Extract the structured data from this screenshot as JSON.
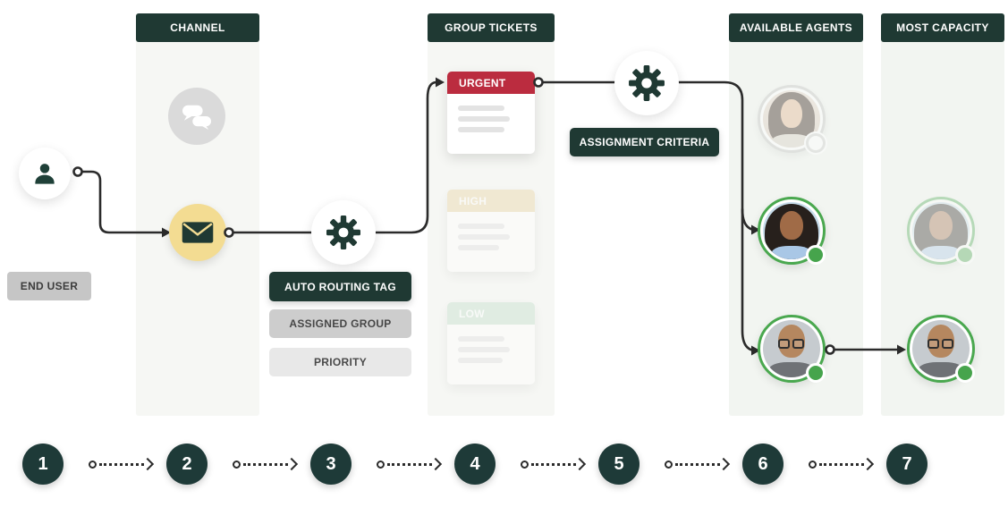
{
  "diagram": {
    "columns": [
      {
        "header": "CHANNEL"
      },
      {
        "header": "GROUP TICKETS"
      },
      {
        "header": "AVAILABLE AGENTS"
      },
      {
        "header": "MOST CAPACITY"
      }
    ],
    "end_user": {
      "label": "END USER"
    },
    "routing_tags": [
      {
        "label": "AUTO ROUTING TAG"
      },
      {
        "label": "ASSIGNED GROUP"
      },
      {
        "label": "PRIORITY"
      }
    ],
    "assignment": {
      "label": "ASSIGNMENT CRITERIA"
    },
    "tickets": [
      {
        "label": "URGENT",
        "state": "active"
      },
      {
        "label": "HIGH",
        "state": "inactive"
      },
      {
        "label": "LOW",
        "state": "inactive"
      }
    ],
    "agents": {
      "available": [
        {
          "status": "offline",
          "state": "inactive"
        },
        {
          "status": "online",
          "state": "active"
        },
        {
          "status": "online",
          "state": "active"
        }
      ],
      "most_capacity": [
        {
          "status": "online",
          "state": "inactive"
        },
        {
          "status": "online",
          "state": "selected"
        }
      ]
    },
    "steps": [
      "1",
      "2",
      "3",
      "4",
      "5",
      "6",
      "7"
    ],
    "icons": {
      "end_user": "person-icon",
      "channel_inactive": "chat-bubbles-icon",
      "channel_active": "email-icon",
      "routing": "gear-icon",
      "assignment": "gear-icon"
    },
    "colors": {
      "accent_dark": "#1f3933",
      "urgent_red": "#bb2c3f",
      "high_tan": "#e9d6ab",
      "low_green": "#c6dfcd",
      "online_green": "#46a44c",
      "email_yellow": "#f3dc92",
      "connector": "#2b2b2b",
      "label_grey": "#cdcdcd",
      "label_light_grey": "#e8e8e8"
    }
  }
}
